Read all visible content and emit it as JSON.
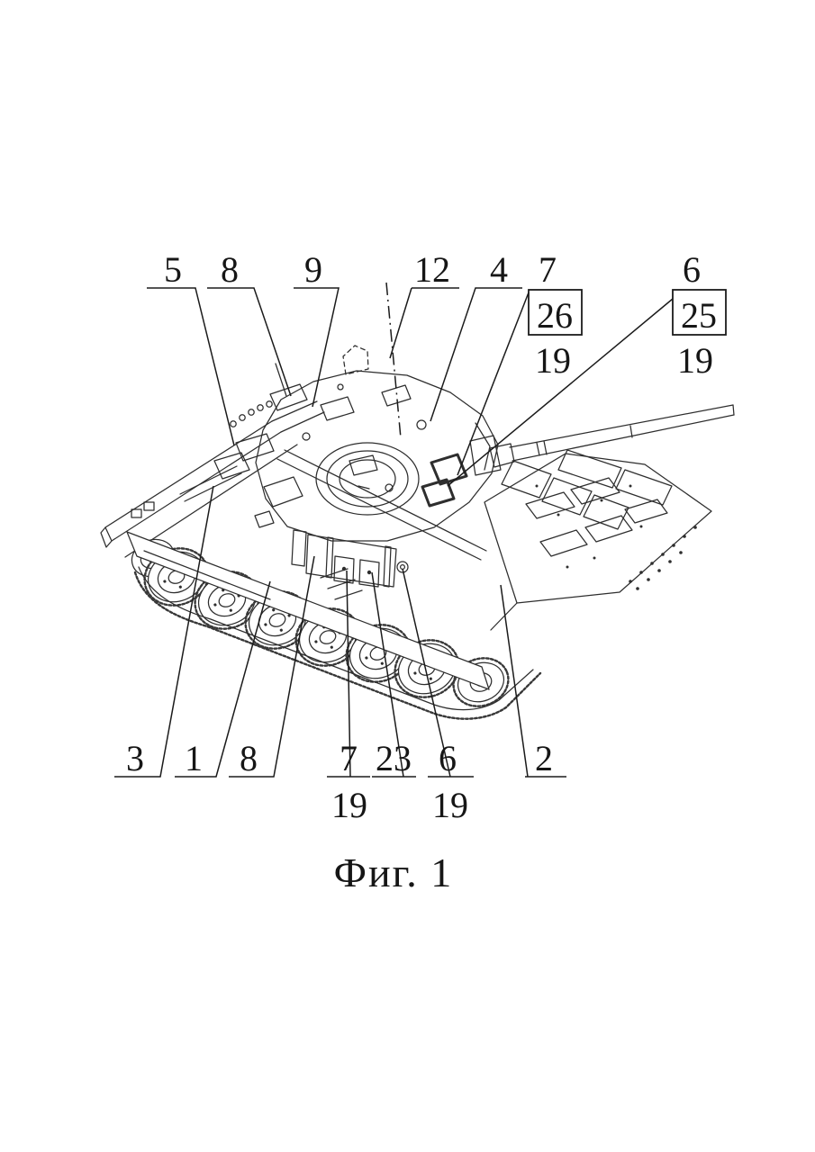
{
  "figure": {
    "caption": "Фиг. 1",
    "subject": "patent line drawing of a battle tank with explosive-reactive-armour blocks, three-quarter top view"
  },
  "callouts": {
    "top": [
      {
        "label": "5"
      },
      {
        "label": "8"
      },
      {
        "label": "9"
      },
      {
        "label": "12"
      },
      {
        "label": "4"
      },
      {
        "label": "7",
        "boxed": "26",
        "below": "19"
      },
      {
        "label": "6",
        "boxed": "25",
        "below": "19"
      }
    ],
    "bottom": [
      {
        "label": "3"
      },
      {
        "label": "1"
      },
      {
        "label": "8"
      },
      {
        "label": "7",
        "below": "19"
      },
      {
        "label": "23"
      },
      {
        "label": "6",
        "below": "19"
      },
      {
        "label": "2"
      }
    ]
  }
}
